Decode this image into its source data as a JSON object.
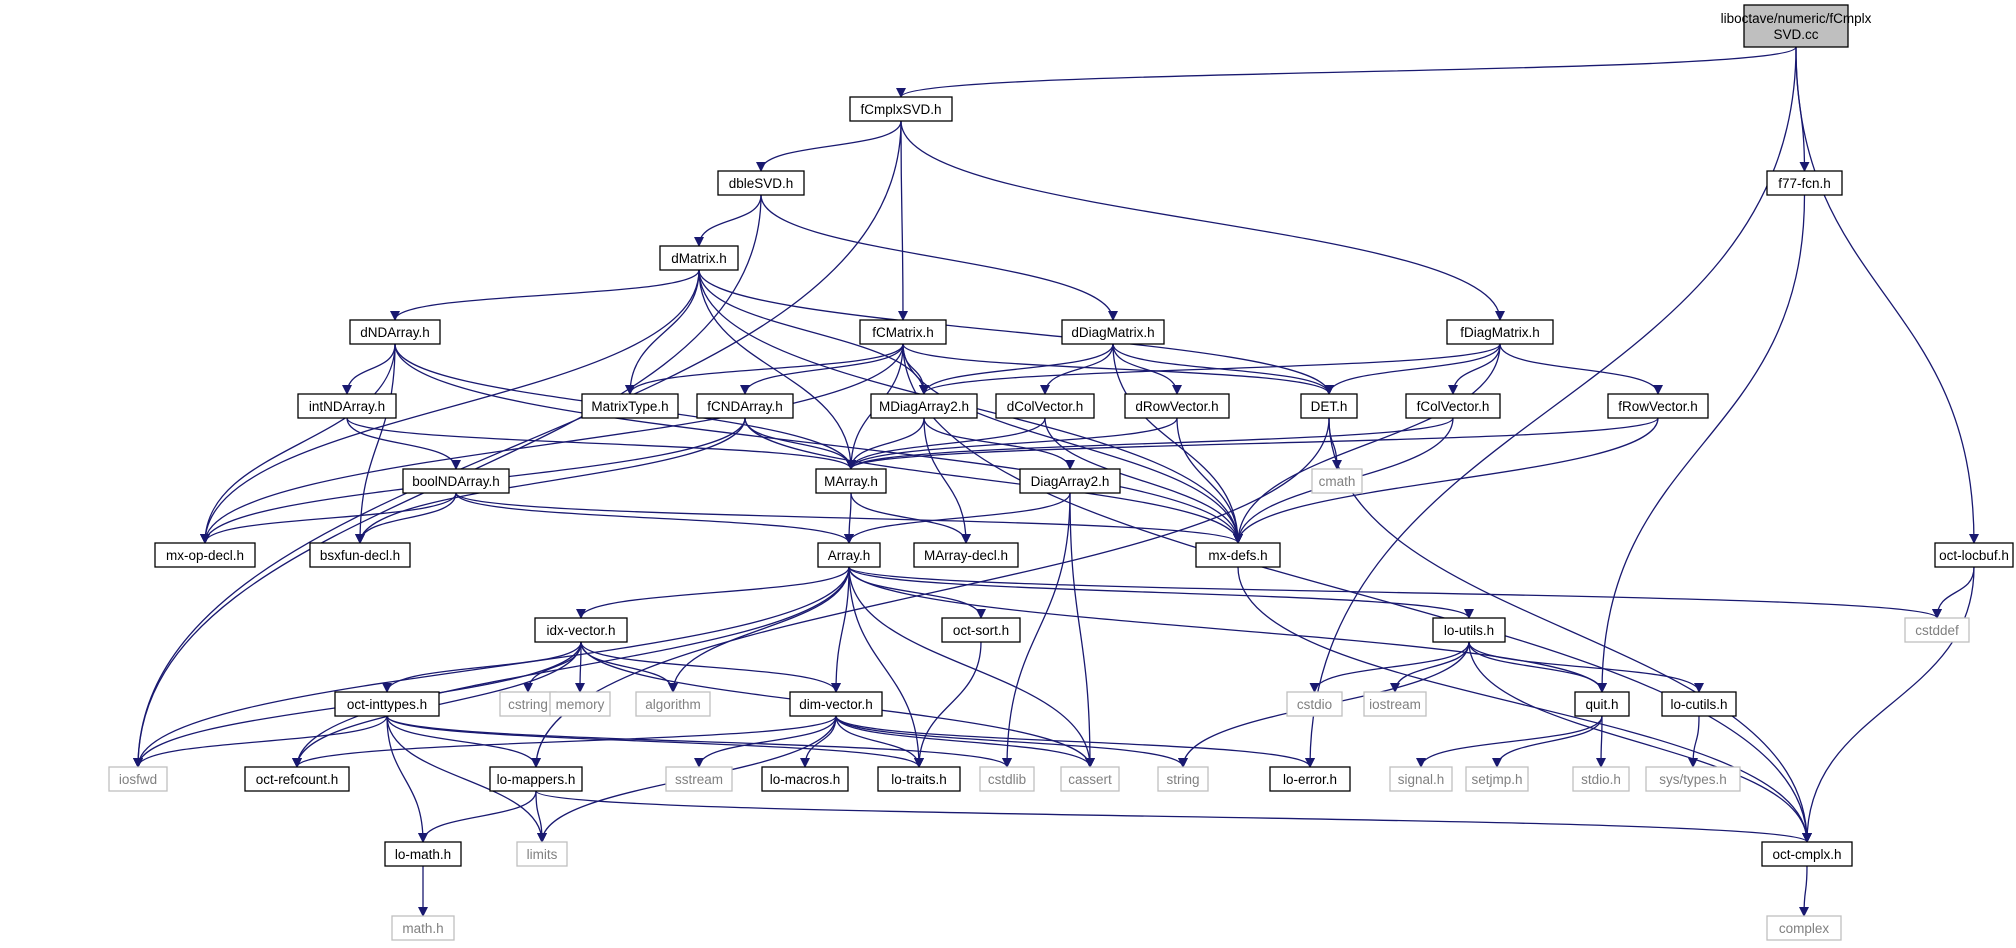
{
  "colors": {
    "edge": "#191970",
    "root_fill": "#bfbfbf",
    "local_border": "#000000",
    "system_border": "#bfbfbf",
    "system_text": "#808080"
  },
  "nodes": [
    {
      "id": "root",
      "label": [
        "liboctave/numeric/fCmplx",
        "SVD.cc"
      ],
      "kind": "root"
    },
    {
      "id": "fCmplxSVD",
      "label": [
        "fCmplxSVD.h"
      ],
      "kind": "local"
    },
    {
      "id": "f77fcn",
      "label": [
        "f77-fcn.h"
      ],
      "kind": "local"
    },
    {
      "id": "octlocbuf",
      "label": [
        "oct-locbuf.h"
      ],
      "kind": "local"
    },
    {
      "id": "dbleSVD",
      "label": [
        "dbleSVD.h"
      ],
      "kind": "local"
    },
    {
      "id": "dMatrix",
      "label": [
        "dMatrix.h"
      ],
      "kind": "local"
    },
    {
      "id": "dNDArray",
      "label": [
        "dNDArray.h"
      ],
      "kind": "local"
    },
    {
      "id": "fCMatrix",
      "label": [
        "fCMatrix.h"
      ],
      "kind": "local"
    },
    {
      "id": "dDiagMatrix",
      "label": [
        "dDiagMatrix.h"
      ],
      "kind": "local"
    },
    {
      "id": "fDiagMatrix",
      "label": [
        "fDiagMatrix.h"
      ],
      "kind": "local"
    },
    {
      "id": "intNDArray",
      "label": [
        "intNDArray.h"
      ],
      "kind": "local"
    },
    {
      "id": "MatrixType",
      "label": [
        "MatrixType.h"
      ],
      "kind": "local"
    },
    {
      "id": "fCNDArray",
      "label": [
        "fCNDArray.h"
      ],
      "kind": "local"
    },
    {
      "id": "MDiagArray2",
      "label": [
        "MDiagArray2.h"
      ],
      "kind": "local"
    },
    {
      "id": "dColVector",
      "label": [
        "dColVector.h"
      ],
      "kind": "local"
    },
    {
      "id": "dRowVector",
      "label": [
        "dRowVector.h"
      ],
      "kind": "local"
    },
    {
      "id": "DET",
      "label": [
        "DET.h"
      ],
      "kind": "local"
    },
    {
      "id": "fColVector",
      "label": [
        "fColVector.h"
      ],
      "kind": "local"
    },
    {
      "id": "fRowVector",
      "label": [
        "fRowVector.h"
      ],
      "kind": "local"
    },
    {
      "id": "boolNDArray",
      "label": [
        "boolNDArray.h"
      ],
      "kind": "local"
    },
    {
      "id": "MArray",
      "label": [
        "MArray.h"
      ],
      "kind": "local"
    },
    {
      "id": "DiagArray2",
      "label": [
        "DiagArray2.h"
      ],
      "kind": "local"
    },
    {
      "id": "cmath",
      "label": [
        "cmath"
      ],
      "kind": "system"
    },
    {
      "id": "mxopdecl",
      "label": [
        "mx-op-decl.h"
      ],
      "kind": "local"
    },
    {
      "id": "bsxfundecl",
      "label": [
        "bsxfun-decl.h"
      ],
      "kind": "local"
    },
    {
      "id": "Array",
      "label": [
        "Array.h"
      ],
      "kind": "local"
    },
    {
      "id": "MArraydecl",
      "label": [
        "MArray-decl.h"
      ],
      "kind": "local"
    },
    {
      "id": "mxdefs",
      "label": [
        "mx-defs.h"
      ],
      "kind": "local"
    },
    {
      "id": "idxvector",
      "label": [
        "idx-vector.h"
      ],
      "kind": "local"
    },
    {
      "id": "octsort",
      "label": [
        "oct-sort.h"
      ],
      "kind": "local"
    },
    {
      "id": "loutils",
      "label": [
        "lo-utils.h"
      ],
      "kind": "local"
    },
    {
      "id": "cstddef",
      "label": [
        "cstddef"
      ],
      "kind": "system"
    },
    {
      "id": "cstring",
      "label": [
        "cstring"
      ],
      "kind": "system"
    },
    {
      "id": "memory",
      "label": [
        "memory"
      ],
      "kind": "system"
    },
    {
      "id": "algorithm",
      "label": [
        "algorithm"
      ],
      "kind": "system"
    },
    {
      "id": "dimvector",
      "label": [
        "dim-vector.h"
      ],
      "kind": "local"
    },
    {
      "id": "cstdio",
      "label": [
        "cstdio"
      ],
      "kind": "system"
    },
    {
      "id": "iostream",
      "label": [
        "iostream"
      ],
      "kind": "system"
    },
    {
      "id": "quit",
      "label": [
        "quit.h"
      ],
      "kind": "local"
    },
    {
      "id": "locutils",
      "label": [
        "lo-cutils.h"
      ],
      "kind": "local"
    },
    {
      "id": "octinttypes",
      "label": [
        "oct-inttypes.h"
      ],
      "kind": "local"
    },
    {
      "id": "iosfwd",
      "label": [
        "iosfwd"
      ],
      "kind": "system"
    },
    {
      "id": "octrefcount",
      "label": [
        "oct-refcount.h"
      ],
      "kind": "local"
    },
    {
      "id": "lomappers",
      "label": [
        "lo-mappers.h"
      ],
      "kind": "local"
    },
    {
      "id": "sstream",
      "label": [
        "sstream"
      ],
      "kind": "system"
    },
    {
      "id": "lomacros",
      "label": [
        "lo-macros.h"
      ],
      "kind": "local"
    },
    {
      "id": "lotraits",
      "label": [
        "lo-traits.h"
      ],
      "kind": "local"
    },
    {
      "id": "cstdlib",
      "label": [
        "cstdlib"
      ],
      "kind": "system"
    },
    {
      "id": "cassert",
      "label": [
        "cassert"
      ],
      "kind": "system"
    },
    {
      "id": "string",
      "label": [
        "string"
      ],
      "kind": "system"
    },
    {
      "id": "loerror",
      "label": [
        "lo-error.h"
      ],
      "kind": "local"
    },
    {
      "id": "signal",
      "label": [
        "signal.h"
      ],
      "kind": "system"
    },
    {
      "id": "setjmp",
      "label": [
        "setjmp.h"
      ],
      "kind": "system"
    },
    {
      "id": "stdio",
      "label": [
        "stdio.h"
      ],
      "kind": "system"
    },
    {
      "id": "systypes",
      "label": [
        "sys/types.h"
      ],
      "kind": "system"
    },
    {
      "id": "lomath",
      "label": [
        "lo-math.h"
      ],
      "kind": "local"
    },
    {
      "id": "limits",
      "label": [
        "limits"
      ],
      "kind": "system"
    },
    {
      "id": "octcmplx",
      "label": [
        "oct-cmplx.h"
      ],
      "kind": "local"
    },
    {
      "id": "math",
      "label": [
        "math.h"
      ],
      "kind": "system"
    },
    {
      "id": "complex",
      "label": [
        "complex"
      ],
      "kind": "system"
    }
  ],
  "edges": [
    [
      "root",
      "fCmplxSVD"
    ],
    [
      "root",
      "f77fcn"
    ],
    [
      "root",
      "octlocbuf"
    ],
    [
      "root",
      "loerror"
    ],
    [
      "fCmplxSVD",
      "dbleSVD"
    ],
    [
      "fCmplxSVD",
      "fCMatrix"
    ],
    [
      "fCmplxSVD",
      "fDiagMatrix"
    ],
    [
      "fCmplxSVD",
      "iosfwd"
    ],
    [
      "f77fcn",
      "quit"
    ],
    [
      "octlocbuf",
      "cstddef"
    ],
    [
      "octlocbuf",
      "octcmplx"
    ],
    [
      "dbleSVD",
      "dMatrix"
    ],
    [
      "dbleSVD",
      "dDiagMatrix"
    ],
    [
      "dbleSVD",
      "iosfwd"
    ],
    [
      "dMatrix",
      "dNDArray"
    ],
    [
      "dMatrix",
      "MatrixType"
    ],
    [
      "dMatrix",
      "MDiagArray2"
    ],
    [
      "dMatrix",
      "DET"
    ],
    [
      "dMatrix",
      "MArray"
    ],
    [
      "dMatrix",
      "mxdefs"
    ],
    [
      "dMatrix",
      "mxopdecl"
    ],
    [
      "dNDArray",
      "intNDArray"
    ],
    [
      "dNDArray",
      "MArray"
    ],
    [
      "dNDArray",
      "mxdefs"
    ],
    [
      "dNDArray",
      "mxopdecl"
    ],
    [
      "dNDArray",
      "bsxfundecl"
    ],
    [
      "fCMatrix",
      "MatrixType"
    ],
    [
      "fCMatrix",
      "fCNDArray"
    ],
    [
      "fCMatrix",
      "MDiagArray2"
    ],
    [
      "fCMatrix",
      "DET"
    ],
    [
      "fCMatrix",
      "MArray"
    ],
    [
      "fCMatrix",
      "mxdefs"
    ],
    [
      "fCMatrix",
      "mxopdecl"
    ],
    [
      "fCMatrix",
      "octcmplx"
    ],
    [
      "dDiagMatrix",
      "MDiagArray2"
    ],
    [
      "dDiagMatrix",
      "dColVector"
    ],
    [
      "dDiagMatrix",
      "dRowVector"
    ],
    [
      "dDiagMatrix",
      "DET"
    ],
    [
      "dDiagMatrix",
      "mxdefs"
    ],
    [
      "fDiagMatrix",
      "MDiagArray2"
    ],
    [
      "fDiagMatrix",
      "fColVector"
    ],
    [
      "fDiagMatrix",
      "fRowVector"
    ],
    [
      "fDiagMatrix",
      "DET"
    ],
    [
      "fDiagMatrix",
      "mxdefs"
    ],
    [
      "intNDArray",
      "boolNDArray"
    ],
    [
      "intNDArray",
      "MArray"
    ],
    [
      "fCNDArray",
      "MArray"
    ],
    [
      "fCNDArray",
      "mxopdecl"
    ],
    [
      "fCNDArray",
      "bsxfundecl"
    ],
    [
      "fCNDArray",
      "mxdefs"
    ],
    [
      "MDiagArray2",
      "MArray"
    ],
    [
      "MDiagArray2",
      "DiagArray2"
    ],
    [
      "MDiagArray2",
      "MArraydecl"
    ],
    [
      "dColVector",
      "MArray"
    ],
    [
      "dColVector",
      "mxdefs"
    ],
    [
      "dRowVector",
      "MArray"
    ],
    [
      "dRowVector",
      "mxdefs"
    ],
    [
      "DET",
      "cmath"
    ],
    [
      "DET",
      "lomappers"
    ],
    [
      "DET",
      "octcmplx"
    ],
    [
      "fColVector",
      "MArray"
    ],
    [
      "fColVector",
      "mxdefs"
    ],
    [
      "fRowVector",
      "MArray"
    ],
    [
      "fRowVector",
      "mxdefs"
    ],
    [
      "boolNDArray",
      "mxopdecl"
    ],
    [
      "boolNDArray",
      "bsxfundecl"
    ],
    [
      "boolNDArray",
      "Array"
    ],
    [
      "boolNDArray",
      "mxdefs"
    ],
    [
      "MArray",
      "Array"
    ],
    [
      "MArray",
      "MArraydecl"
    ],
    [
      "DiagArray2",
      "Array"
    ],
    [
      "DiagArray2",
      "cassert"
    ],
    [
      "DiagArray2",
      "cstdlib"
    ],
    [
      "Array",
      "idxvector"
    ],
    [
      "Array",
      "octsort"
    ],
    [
      "Array",
      "loutils"
    ],
    [
      "Array",
      "cstddef"
    ],
    [
      "Array",
      "algorithm"
    ],
    [
      "Array",
      "dimvector"
    ],
    [
      "Array",
      "quit"
    ],
    [
      "Array",
      "iosfwd"
    ],
    [
      "Array",
      "octrefcount"
    ],
    [
      "Array",
      "lotraits"
    ],
    [
      "Array",
      "cassert"
    ],
    [
      "mxdefs",
      "octcmplx"
    ],
    [
      "idxvector",
      "cstring"
    ],
    [
      "idxvector",
      "memory"
    ],
    [
      "idxvector",
      "algorithm"
    ],
    [
      "idxvector",
      "dimvector"
    ],
    [
      "idxvector",
      "octinttypes"
    ],
    [
      "idxvector",
      "iosfwd"
    ],
    [
      "idxvector",
      "octrefcount"
    ],
    [
      "idxvector",
      "cassert"
    ],
    [
      "octsort",
      "lotraits"
    ],
    [
      "loutils",
      "cstdio"
    ],
    [
      "loutils",
      "iostream"
    ],
    [
      "loutils",
      "quit"
    ],
    [
      "loutils",
      "locutils"
    ],
    [
      "loutils",
      "string"
    ],
    [
      "loutils",
      "octcmplx"
    ],
    [
      "dimvector",
      "octrefcount"
    ],
    [
      "dimvector",
      "sstream"
    ],
    [
      "dimvector",
      "lomacros"
    ],
    [
      "dimvector",
      "lotraits"
    ],
    [
      "dimvector",
      "cassert"
    ],
    [
      "dimvector",
      "string"
    ],
    [
      "dimvector",
      "loerror"
    ],
    [
      "dimvector",
      "limits"
    ],
    [
      "quit",
      "signal"
    ],
    [
      "quit",
      "setjmp"
    ],
    [
      "quit",
      "stdio"
    ],
    [
      "locutils",
      "systypes"
    ],
    [
      "octinttypes",
      "iosfwd"
    ],
    [
      "octinttypes",
      "lomappers"
    ],
    [
      "octinttypes",
      "lotraits"
    ],
    [
      "octinttypes",
      "cstdlib"
    ],
    [
      "octinttypes",
      "lomath"
    ],
    [
      "octinttypes",
      "limits"
    ],
    [
      "lomappers",
      "lomath"
    ],
    [
      "lomappers",
      "limits"
    ],
    [
      "lomappers",
      "octcmplx"
    ],
    [
      "lomath",
      "math"
    ],
    [
      "octcmplx",
      "complex"
    ]
  ]
}
